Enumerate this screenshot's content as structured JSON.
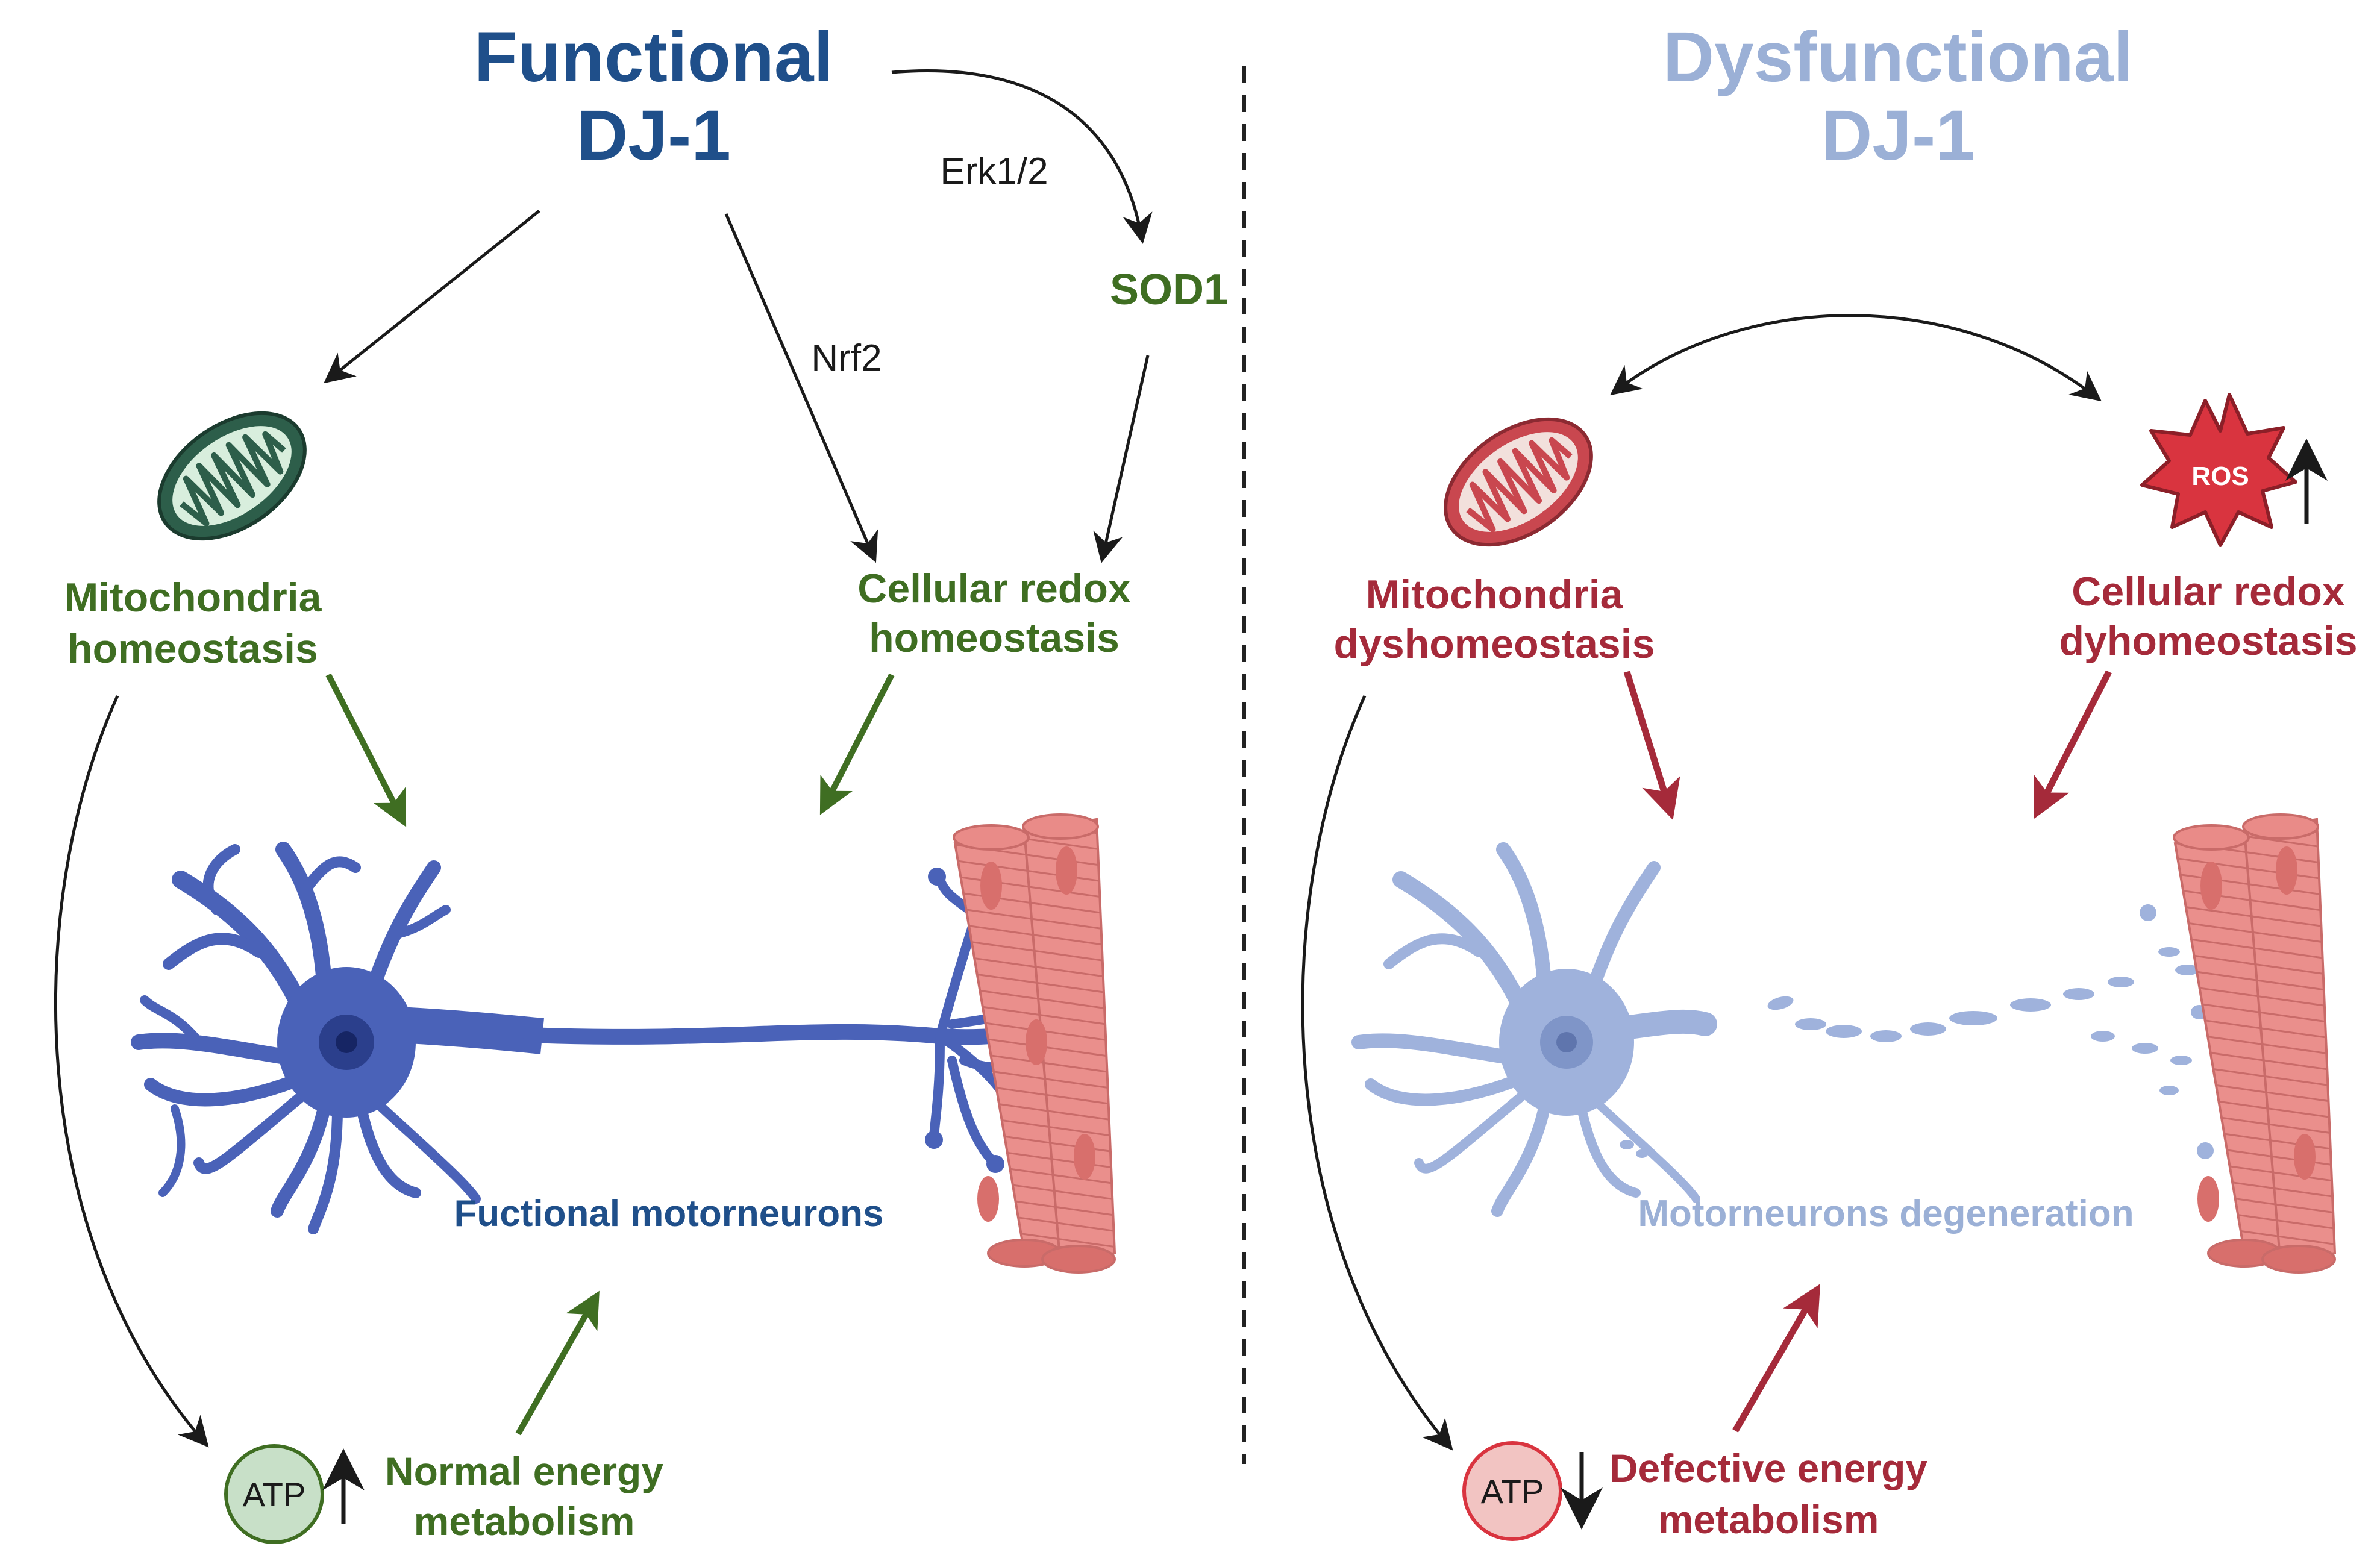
{
  "colors": {
    "functional_blue": "#1f4f8a",
    "dysfunctional_blue": "#9bb0d6",
    "green": "#3f6e22",
    "dark_red": "#a52a3a",
    "neuron_blue": "#4a62b8",
    "neuron_light": "#9fb2dc",
    "muscle_pink": "#e98b88",
    "ros_red": "#d9343f",
    "arrow_black": "#1a1a1a"
  },
  "left": {
    "title_line1": "Functional",
    "title_line2": "DJ-1",
    "erk_label": "Erk1/2",
    "sod1_label": "SOD1",
    "nrf2_label": "Nrf2",
    "mito_label_line1": "Mitochondria",
    "mito_label_line2": "homeostasis",
    "redox_label_line1": "Cellular redox",
    "redox_label_line2": "homeostasis",
    "neuron_label": "Fuctional motorneurons",
    "atp_label": "ATP",
    "energy_label_line1": "Normal energy",
    "energy_label_line2": "metabolism",
    "atp_arrow": "up"
  },
  "right": {
    "title_line1": "Dysfunctional",
    "title_line2": "DJ-1",
    "ros_label": "ROS",
    "ros_arrow": "up",
    "mito_label_line1": "Mitochondria",
    "mito_label_line2": "dyshomeostasis",
    "redox_label_line1": "Cellular redox",
    "redox_label_line2": "dyhomeostasis",
    "neuron_label": "Motorneurons degeneration",
    "atp_label": "ATP",
    "energy_label_line1": "Defective energy",
    "energy_label_line2": "metabolism",
    "atp_arrow": "down"
  }
}
